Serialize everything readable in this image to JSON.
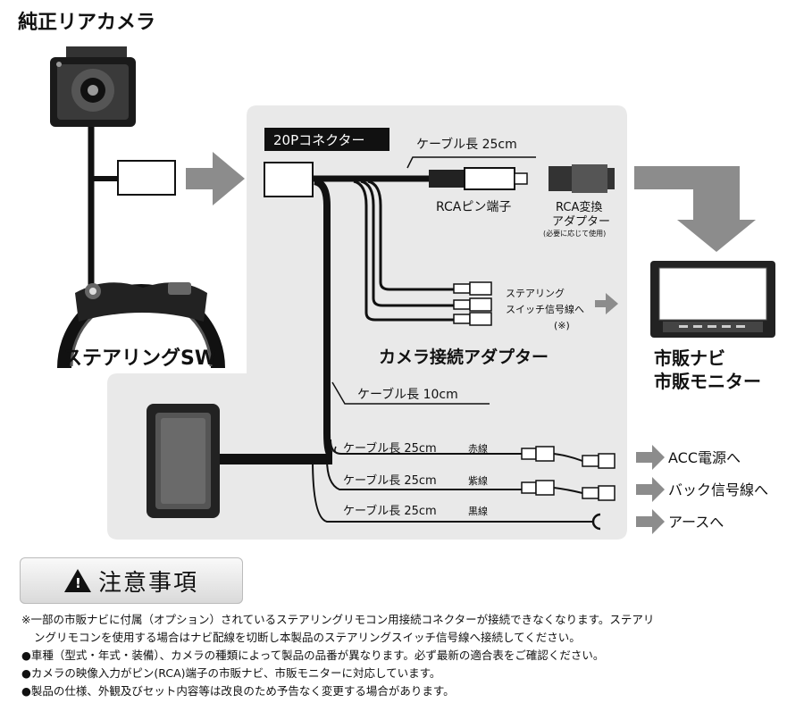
{
  "labels": {
    "rear_camera": "純正リアカメラ",
    "steering_sw": "ステアリングSW",
    "connector_20p": "20Pコネクター",
    "cable_len_25": "ケーブル長 25cm",
    "rca_pin": "RCAピン端子",
    "rca_adapter_1": "RCA変換",
    "rca_adapter_2": "アダプター",
    "rca_adapter_note": "(必要に応じて使用)",
    "steering_signal_1": "ステアリング",
    "steering_signal_2": "スイッチ信号線へ",
    "steering_signal_note": "(※)",
    "camera_adapter": "カメラ接続アダプター",
    "nav_1": "市販ナビ",
    "nav_2": "市販モニター",
    "cable_len_10": "ケーブル長 10cm"
  },
  "wires": [
    {
      "length": "ケーブル長 25cm",
      "color_label": "赤線",
      "dest": "ACC電源へ"
    },
    {
      "length": "ケーブル長 25cm",
      "color_label": "紫線",
      "dest": "バック信号線へ"
    },
    {
      "length": "ケーブル長 25cm",
      "color_label": "黒線",
      "dest": "アースへ"
    }
  ],
  "caution": {
    "title": "注意事項",
    "icon": "warning-icon",
    "notes": [
      "※一部の市販ナビに付属（オプション）されているステアリングリモコン用接続コネクターが接続できなくなります。ステアリ",
      "ングリモコンを使用する場合はナビ配線を切断し本製品のステアリングスイッチ信号線へ接続してください。",
      "●車種（型式・年式・装備）、カメラの種類によって製品の品番が異なります。必ず最新の適合表をご確認ください。",
      "●カメラの映像入力がピン(RCA)端子の市販ナビ、市販モニターに対応しています。",
      "●製品の仕様、外観及びセット内容等は改良のため予告なく変更する場合があります。"
    ]
  },
  "colors": {
    "panel": "#e9e9e9",
    "arrow": "#8c8c8c",
    "wire": "#111111"
  }
}
